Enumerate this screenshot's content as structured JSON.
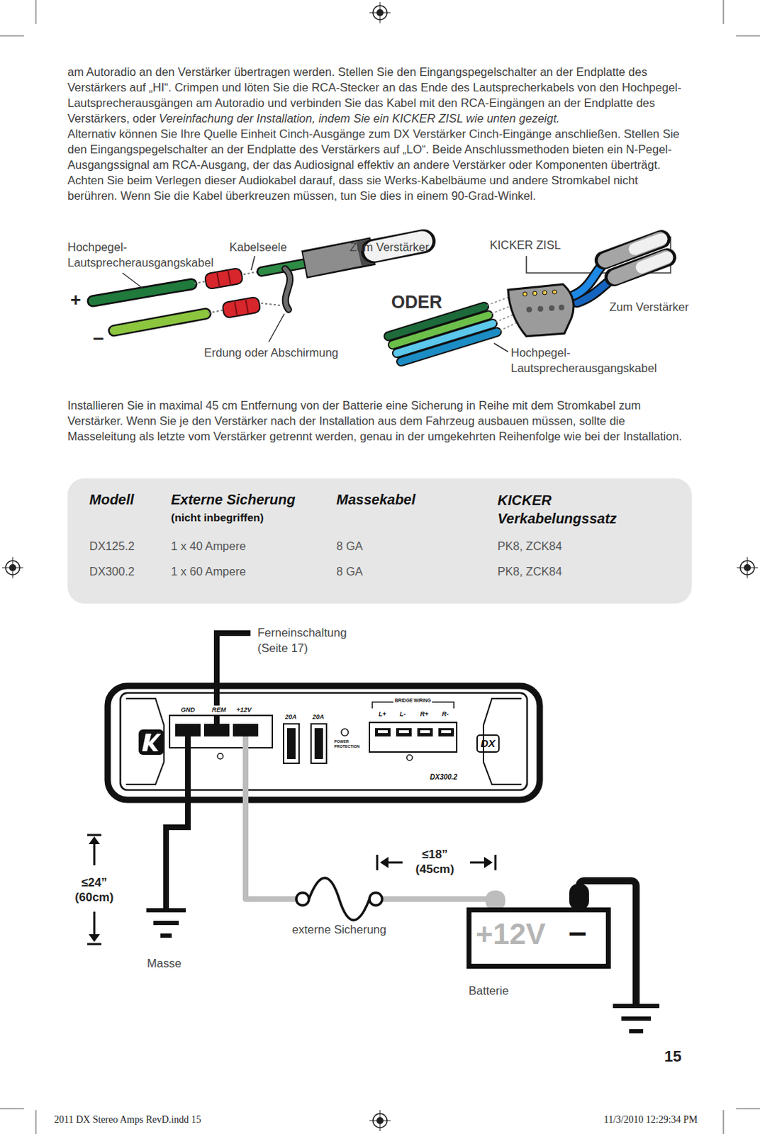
{
  "diagram": {
    "nodes": [
      {
        "text": [
          "Modell",
          "Externe Sicherung",
          "(nicht inbegriffen)",
          "Massekabel",
          "KICKER Verkabelungssatz",
          "DX125.2",
          "1 x 40 Ampere",
          "8 GA",
          "PK8, ZCK84",
          "DX300.2",
          "1 x 60 Ampere",
          "8 GA",
          "PK8, ZCK84"
        ]
      },
      {
        "text": [
          "GND",
          "REM",
          "+12V",
          "20A",
          "20A",
          "BRIDGE WIRING",
          "L+",
          "L-",
          "R+",
          "R-",
          "POWER PROTECTION",
          "DX",
          "DX300.2"
        ]
      },
      {
        "text": [
          "+12V",
          "–",
          "Batterie"
        ]
      }
    ],
    "edges": [
      {
        "from": 1,
        "to": 2,
        "arrow": "none",
        "label": "externe Sicherung"
      }
    ],
    "labels": [
      "am Autoradio an den Verstärker übertragen werden. Stellen Sie den Eingangspegelschalter an der Endplatte des Verstärkers auf „HI“. Crimpen und löten Sie die RCA-Stecker an das Ende des Lautsprecherkabels von den Hochpegel-Lautsprecherausgängen am Autoradio und verbinden Sie das Kabel mit den RCA-Eingängen an der Endplatte des Verstärkers, oder",
      "Vereinfachung der Installation, indem Sie ein KICKER ZISL wie unten gezeigt.",
      "Alternativ können Sie Ihre Quelle Einheit Cinch-Ausgänge zum DX Verstärker Cinch-Eingänge anschließen. Stellen Sie den Eingangspegelschalter an der Endplatte des Verstärkers auf „LO“. Beide Anschlussmethoden bieten ein N-Pegel-Ausgangssignal am RCA-Ausgang, der das Audiosignal effektiv an andere Verstärker oder Komponenten überträgt. Achten Sie beim Verlegen dieser Audiokabel darauf, dass sie Werks-Kabelbäume und andere Stromkabel nicht berühren. Wenn Sie die Kabel überkreuzen müssen, tun Sie dies in einem 90-Grad-Winkel.",
      "Hochpegel- Lautsprecherausgangskabel",
      "Kabelseele",
      "Zum Verstärker",
      "KICKER ZISL",
      "+",
      "–",
      "ODER",
      "Zum Verstärker",
      "Erdung oder Abschirmung",
      "Hochpegel- Lautsprecherausgangskabel",
      "Installieren Sie in maximal 45 cm Entfernung von der Batterie eine Sicherung in Reihe mit dem Stromkabel zum Verstärker. Wenn Sie je den Verstärker nach der Installation aus dem Fahrzeug ausbauen müssen, sollte die Masseleitung als letzte vom Verstärker getrennt werden, genau in der umgekehrten Reihenfolge wie bei der Installation.",
      "Ferneinschaltung (Seite 17)",
      "≤24” (60cm)",
      "≤18” (45cm)",
      "Masse",
      "15",
      "2011 DX Stereo Amps RevD.indd 15",
      "11/3/2010 12:29:34 PM"
    ]
  }
}
